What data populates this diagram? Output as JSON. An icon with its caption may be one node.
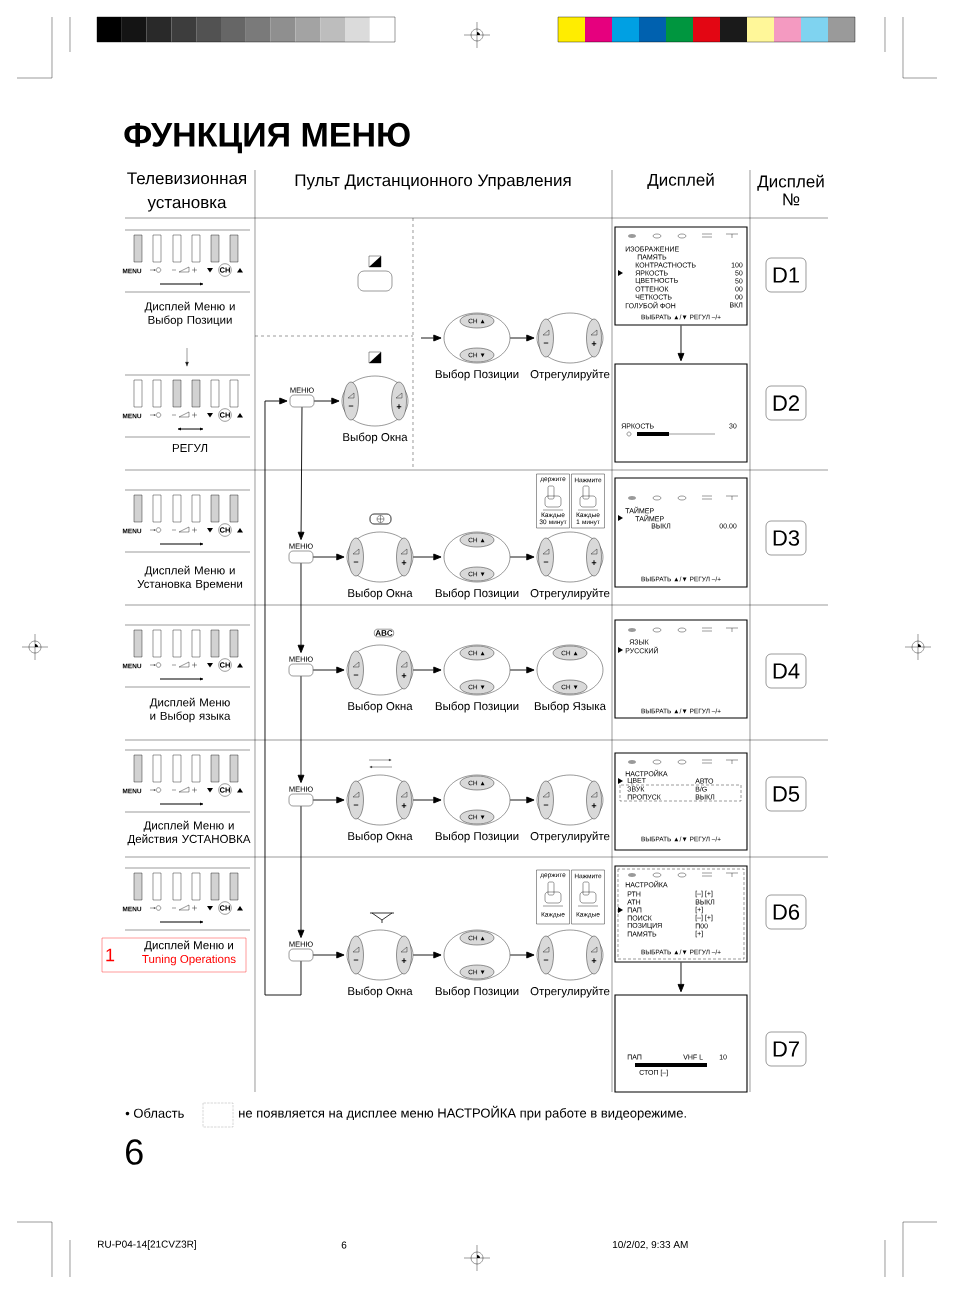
{
  "diagram": {
    "title": "ФУНКЦИЯ МЕНЮ",
    "nodes": [
      {
        "text": [
          "МЕНЮ"
        ]
      },
      {
        "text": [
          "–",
          "+"
        ],
        "beside": [
          "Выбор Окна"
        ]
      },
      {
        "text": [
          "CH ▲",
          "CH ▼"
        ],
        "beside": [
          "Выбор Позиции"
        ]
      },
      {
        "text": [
          "–",
          "+"
        ],
        "beside": [
          "Отрегулируйте"
        ]
      },
      {
        "text": [
          "ИЗОБРАЖЕНИЕ",
          "ПАМЯТЬ",
          "КОНТРАСТНОСТЬ",
          "100",
          "ЯРКОСТЬ",
          "50",
          "ЦВЕТНОСТЬ",
          "50",
          "ОТТЕНОК",
          "00",
          "ЧЕТКОСТЬ",
          "00",
          "ГОЛУБОЙ ФОН",
          "ВКЛ",
          "ВЫБРАТЬ ▲/▼ РЕГУЛ –/+"
        ]
      },
      {
        "text": [
          "ЯРКОСТЬ",
          "30"
        ]
      },
      {
        "text": [
          "D1"
        ]
      },
      {
        "text": [
          "D2"
        ]
      },
      {
        "text": [
          "держите",
          "Каждые 30 минут"
        ]
      },
      {
        "text": [
          "Нажмите",
          "Каждые 1 минут"
        ]
      },
      {
        "text": [
          "МЕНЮ"
        ]
      },
      {
        "text": [
          "–",
          "+"
        ],
        "beside": [
          "Выбор Окна"
        ]
      },
      {
        "text": [
          "CH ▲",
          "CH ▼"
        ],
        "beside": [
          "Выбор Позиции"
        ]
      },
      {
        "text": [
          "–",
          "+"
        ],
        "beside": [
          "Отрегулируйте"
        ]
      },
      {
        "text": [
          "ТАЙМЕР",
          "ТАЙМЕР",
          "ВЫКЛ",
          "00.00",
          "ВЫБРАТЬ ▲/▼ РЕГУЛ –/+"
        ]
      },
      {
        "text": [
          "D3"
        ]
      },
      {
        "text": [
          "МЕНЮ"
        ]
      },
      {
        "text": [
          "–",
          "+"
        ],
        "beside": [
          "Выбор Окна"
        ]
      },
      {
        "text": [
          "CH ▲",
          "CH ▼"
        ],
        "beside": [
          "Выбор Позиции"
        ]
      },
      {
        "text": [
          "CH ▲",
          "CH ▼"
        ],
        "beside": [
          "Выбор Языка"
        ]
      },
      {
        "text": [
          "ЯЗЫК",
          "РУССКИЙ",
          "ВЫБРАТЬ ▲/▼ РЕГУЛ –/+"
        ]
      },
      {
        "text": [
          "D4"
        ]
      },
      {
        "text": [
          "МЕНЮ"
        ]
      },
      {
        "text": [
          "–",
          "+"
        ],
        "beside": [
          "Выбор Окна"
        ]
      },
      {
        "text": [
          "CH ▲",
          "CH ▼"
        ],
        "beside": [
          "Выбор Позиции"
        ]
      },
      {
        "text": [
          "–",
          "+"
        ],
        "beside": [
          "Отрегулируйте"
        ]
      },
      {
        "text": [
          "НАСТРОЙКА",
          "ЦВЕТ",
          "АВТО",
          "ЗВУК",
          "B/G",
          "ПРОПУСК",
          "ВЫКЛ",
          "ВЫБРАТЬ ▲/▼ РЕГУЛ –/+"
        ]
      },
      {
        "text": [
          "D5"
        ]
      },
      {
        "text": [
          "1",
          "Дисплей Меню и",
          "Tuning Operations"
        ]
      },
      {
        "text": [
          "держите",
          "Каждые"
        ]
      },
      {
        "text": [
          "Нажмите",
          "Каждые"
        ]
      },
      {
        "text": [
          "МЕНЮ"
        ]
      },
      {
        "text": [
          "–",
          "+"
        ],
        "beside": [
          "Выбор Окна"
        ]
      },
      {
        "text": [
          "CH ▲",
          "CH ▼"
        ],
        "beside": [
          "Выбор Позиции"
        ]
      },
      {
        "text": [
          "–",
          "+"
        ],
        "beside": [
          "Отрегулируйте"
        ]
      },
      {
        "text": [
          "НАСТРОЙКА",
          "РТН",
          "[–] [+]",
          "АТН",
          "ВЫКЛ",
          "ПАП",
          "[+]",
          "ПОИСК",
          "[–] [+]",
          "ПОЗИЦИЯ",
          "П00",
          "ПАМЯТЬ",
          "[+]",
          "ВЫБРАТЬ ▲/▼ РЕГУЛ –/+"
        ]
      },
      {
        "text": [
          "ПАП",
          "VHF L",
          "10",
          "СТОП [–]"
        ]
      },
      {
        "text": [
          "D6"
        ]
      },
      {
        "text": [
          "D7"
        ]
      }
    ],
    "edges": [
      {
        "from": 0,
        "to": 1,
        "arrow": "to"
      },
      {
        "from": null,
        "to": 2,
        "arrow": "to"
      },
      {
        "from": 2,
        "to": 3,
        "arrow": "to"
      },
      {
        "from": 4,
        "to": 5,
        "arrow": "to"
      },
      {
        "from": 0,
        "to": 10,
        "arrow": "to"
      },
      {
        "from": 10,
        "to": 11,
        "arrow": "to"
      },
      {
        "from": 11,
        "to": 12,
        "arrow": "to"
      },
      {
        "from": 12,
        "to": 13,
        "arrow": "to"
      },
      {
        "from": 10,
        "to": 16,
        "arrow": "to"
      },
      {
        "from": 16,
        "to": 17,
        "arrow": "to"
      },
      {
        "from": 17,
        "to": 18,
        "arrow": "to"
      },
      {
        "from": 18,
        "to": 19,
        "arrow": "to"
      },
      {
        "from": 16,
        "to": 22,
        "arrow": "to"
      },
      {
        "from": 22,
        "to": 23,
        "arrow": "to"
      },
      {
        "from": 23,
        "to": 24,
        "arrow": "to"
      },
      {
        "from": 24,
        "to": 25,
        "arrow": "to"
      },
      {
        "from": 22,
        "to": 31,
        "arrow": "to"
      },
      {
        "from": 31,
        "to": 32,
        "arrow": "to"
      },
      {
        "from": 32,
        "to": 33,
        "arrow": "to"
      },
      {
        "from": 33,
        "to": 34,
        "arrow": "to"
      },
      {
        "from": 35,
        "to": 36,
        "arrow": "to"
      },
      {
        "from": 31,
        "to": 0,
        "arrow": "to"
      }
    ],
    "labels": [
      "Телевизионная установка",
      "Пульт Дистанционного Управления",
      "Дисплей",
      "Дисплей №",
      "MENU",
      "CH",
      "MENU",
      "CH",
      "MENU",
      "CH",
      "MENU",
      "CH",
      "MENU",
      "CH",
      "MENU",
      "CH",
      "Дисплей Меню и Выбор Позиции",
      "РЕГУЛ",
      "Дисплей Меню и Установка Времени",
      "Дисплей Меню и Выбор языка",
      "Дисплей Меню и Действия УСТАНОВКА",
      "ABC",
      "• Область",
      "не появляется на дисплее меню НАСТРОЙКА при работе в видеорежиме.",
      "6",
      "RU-P04-14[21CVZ3R]",
      "6",
      "10/2/02, 9:33 AM"
    ]
  }
}
